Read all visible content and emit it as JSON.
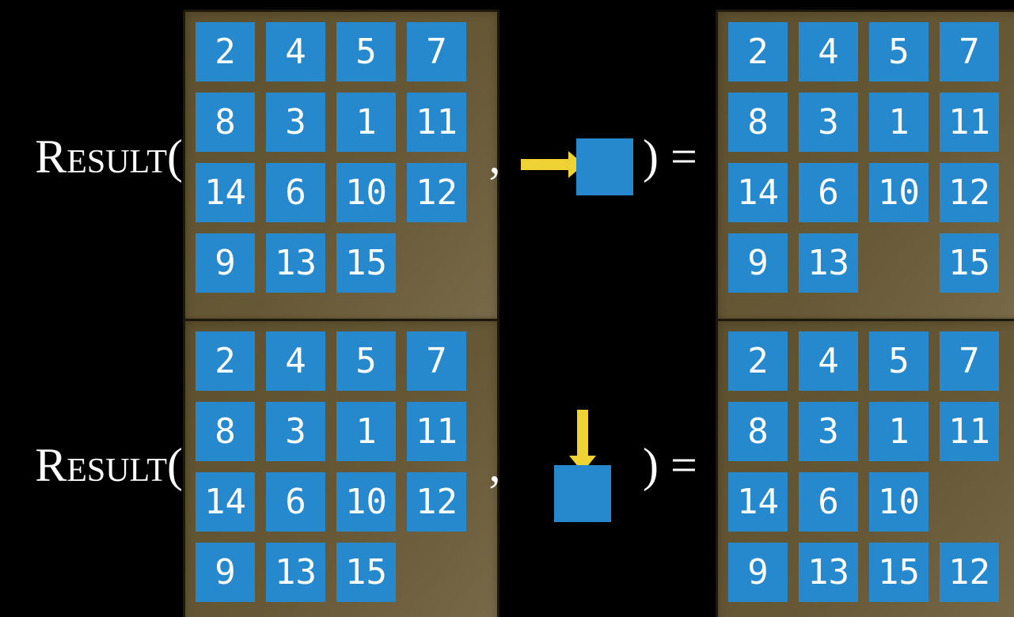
{
  "colors": {
    "tile_blue": "#2789cd",
    "board_brown": "#665835",
    "board_border": "#1e170d",
    "arrow_yellow": "#efd334",
    "text_white": "#ffffff",
    "background": "#000000"
  },
  "rows": [
    {
      "function_label": "Result(",
      "comma": ",",
      "close_label": ") =",
      "action_icon": "right-arrow-icon",
      "input_board": [
        [
          2,
          4,
          5,
          7
        ],
        [
          8,
          3,
          1,
          11
        ],
        [
          14,
          6,
          10,
          12
        ],
        [
          9,
          13,
          15,
          null
        ]
      ],
      "output_board": [
        [
          2,
          4,
          5,
          7
        ],
        [
          8,
          3,
          1,
          11
        ],
        [
          14,
          6,
          10,
          12
        ],
        [
          9,
          13,
          null,
          15
        ]
      ]
    },
    {
      "function_label": "Result(",
      "comma": ",",
      "close_label": ") =",
      "action_icon": "down-arrow-icon",
      "input_board": [
        [
          2,
          4,
          5,
          7
        ],
        [
          8,
          3,
          1,
          11
        ],
        [
          14,
          6,
          10,
          12
        ],
        [
          9,
          13,
          15,
          null
        ]
      ],
      "output_board": [
        [
          2,
          4,
          5,
          7
        ],
        [
          8,
          3,
          1,
          11
        ],
        [
          14,
          6,
          10,
          null
        ],
        [
          9,
          13,
          15,
          12
        ]
      ]
    }
  ]
}
